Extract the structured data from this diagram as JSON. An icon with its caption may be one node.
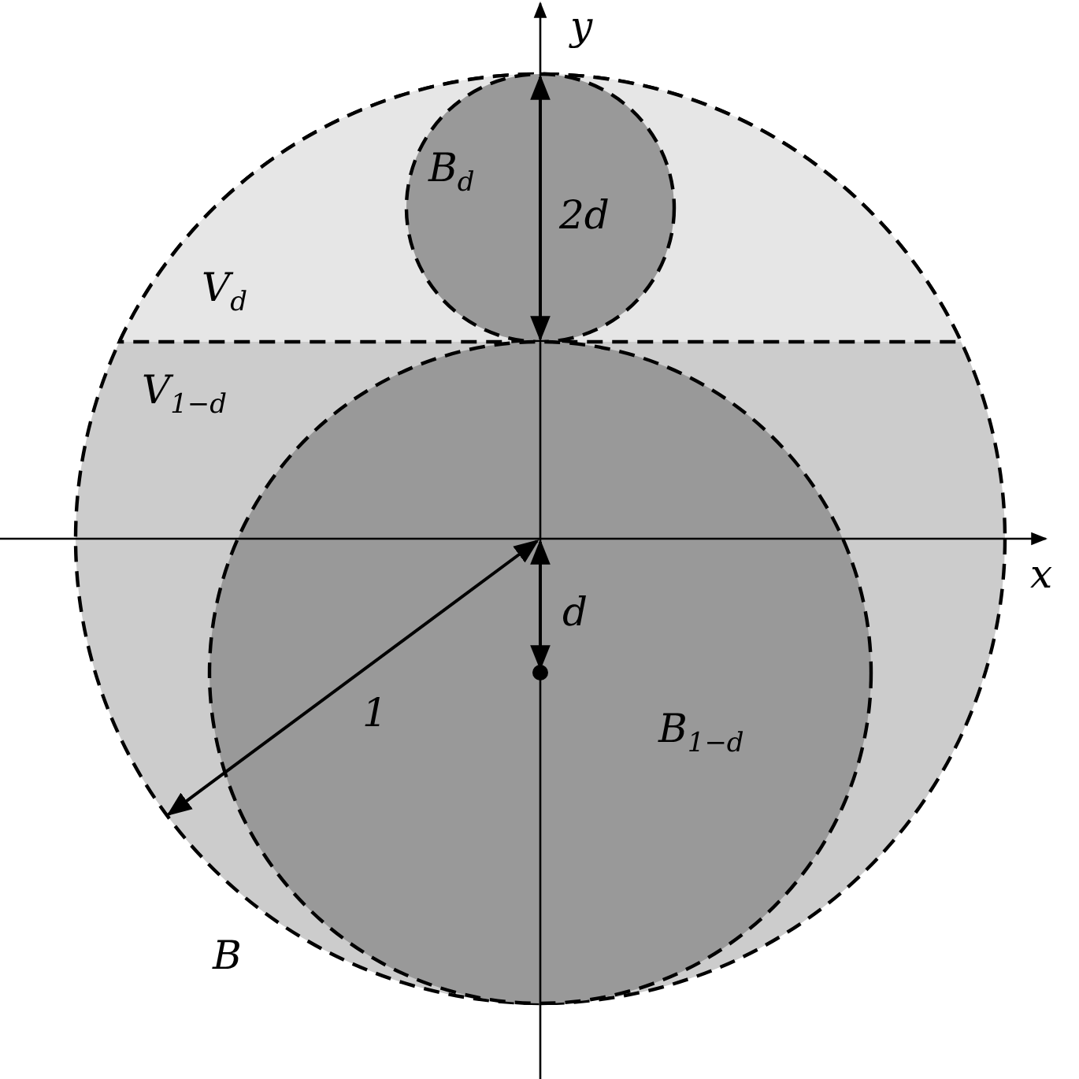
{
  "diagram": {
    "labels": [
      "y",
      "B$_{d}$",
      "2d",
      "V$_{d}$",
      "V$_{1−d}$",
      "x",
      "d",
      "1",
      "B$_{1−d}$",
      "B"
    ]
  }
}
